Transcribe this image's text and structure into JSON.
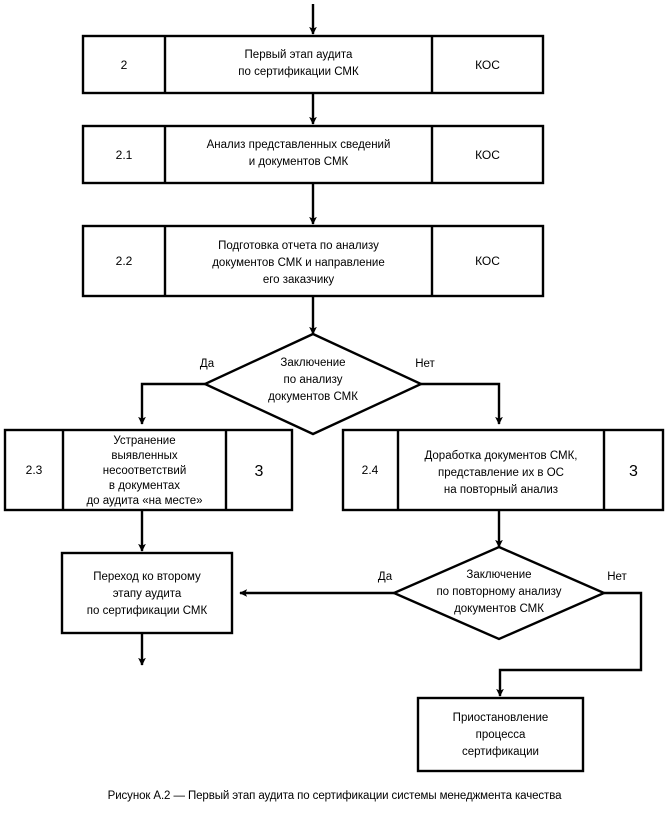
{
  "figure": {
    "caption": "Рисунок А.2 — Первый этап аудита по сертификации системы менеджмента качества",
    "colors": {
      "stroke": "#000000",
      "background": "#ffffff",
      "text": "#000000"
    }
  },
  "nodes": {
    "step2": {
      "code": "2",
      "title_line1": "Первый этап аудита",
      "title_line2": "по сертификации СМК",
      "actor": "КОС"
    },
    "step21": {
      "code": "2.1",
      "title_line1": "Анализ представленных сведений",
      "title_line2": "и документов СМК",
      "actor": "КОС"
    },
    "step22": {
      "code": "2.2",
      "title_line1": "Подготовка отчета по анализу",
      "title_line2": "документов СМК и направление",
      "title_line3": "его заказчику",
      "actor": "КОС"
    },
    "decision1": {
      "line1": "Заключение",
      "line2": "по анализу",
      "line3": "документов СМК",
      "yes_label": "Да",
      "no_label": "Нет"
    },
    "step23": {
      "code": "2.3",
      "title_line1": "Устранение",
      "title_line2": "выявленных",
      "title_line3": "несоответствий",
      "title_line4": "в документах",
      "title_line5": "до аудита «на месте»",
      "actor": "3"
    },
    "step24": {
      "code": "2.4",
      "title_line1": "Доработка документов СМК,",
      "title_line2": "представление их в ОС",
      "title_line3": "на повторный анализ",
      "actor": "3"
    },
    "transition": {
      "line1": "Переход ко второму",
      "line2": "этапу аудита",
      "line3": "по сертификации СМК"
    },
    "decision2": {
      "line1": "Заключение",
      "line2": "по повторному анализу",
      "line3": "документов СМК",
      "yes_label": "Да",
      "no_label": "Нет"
    },
    "suspension": {
      "line1": "Приостановление",
      "line2": "процесса",
      "line3": "сертификации"
    }
  }
}
